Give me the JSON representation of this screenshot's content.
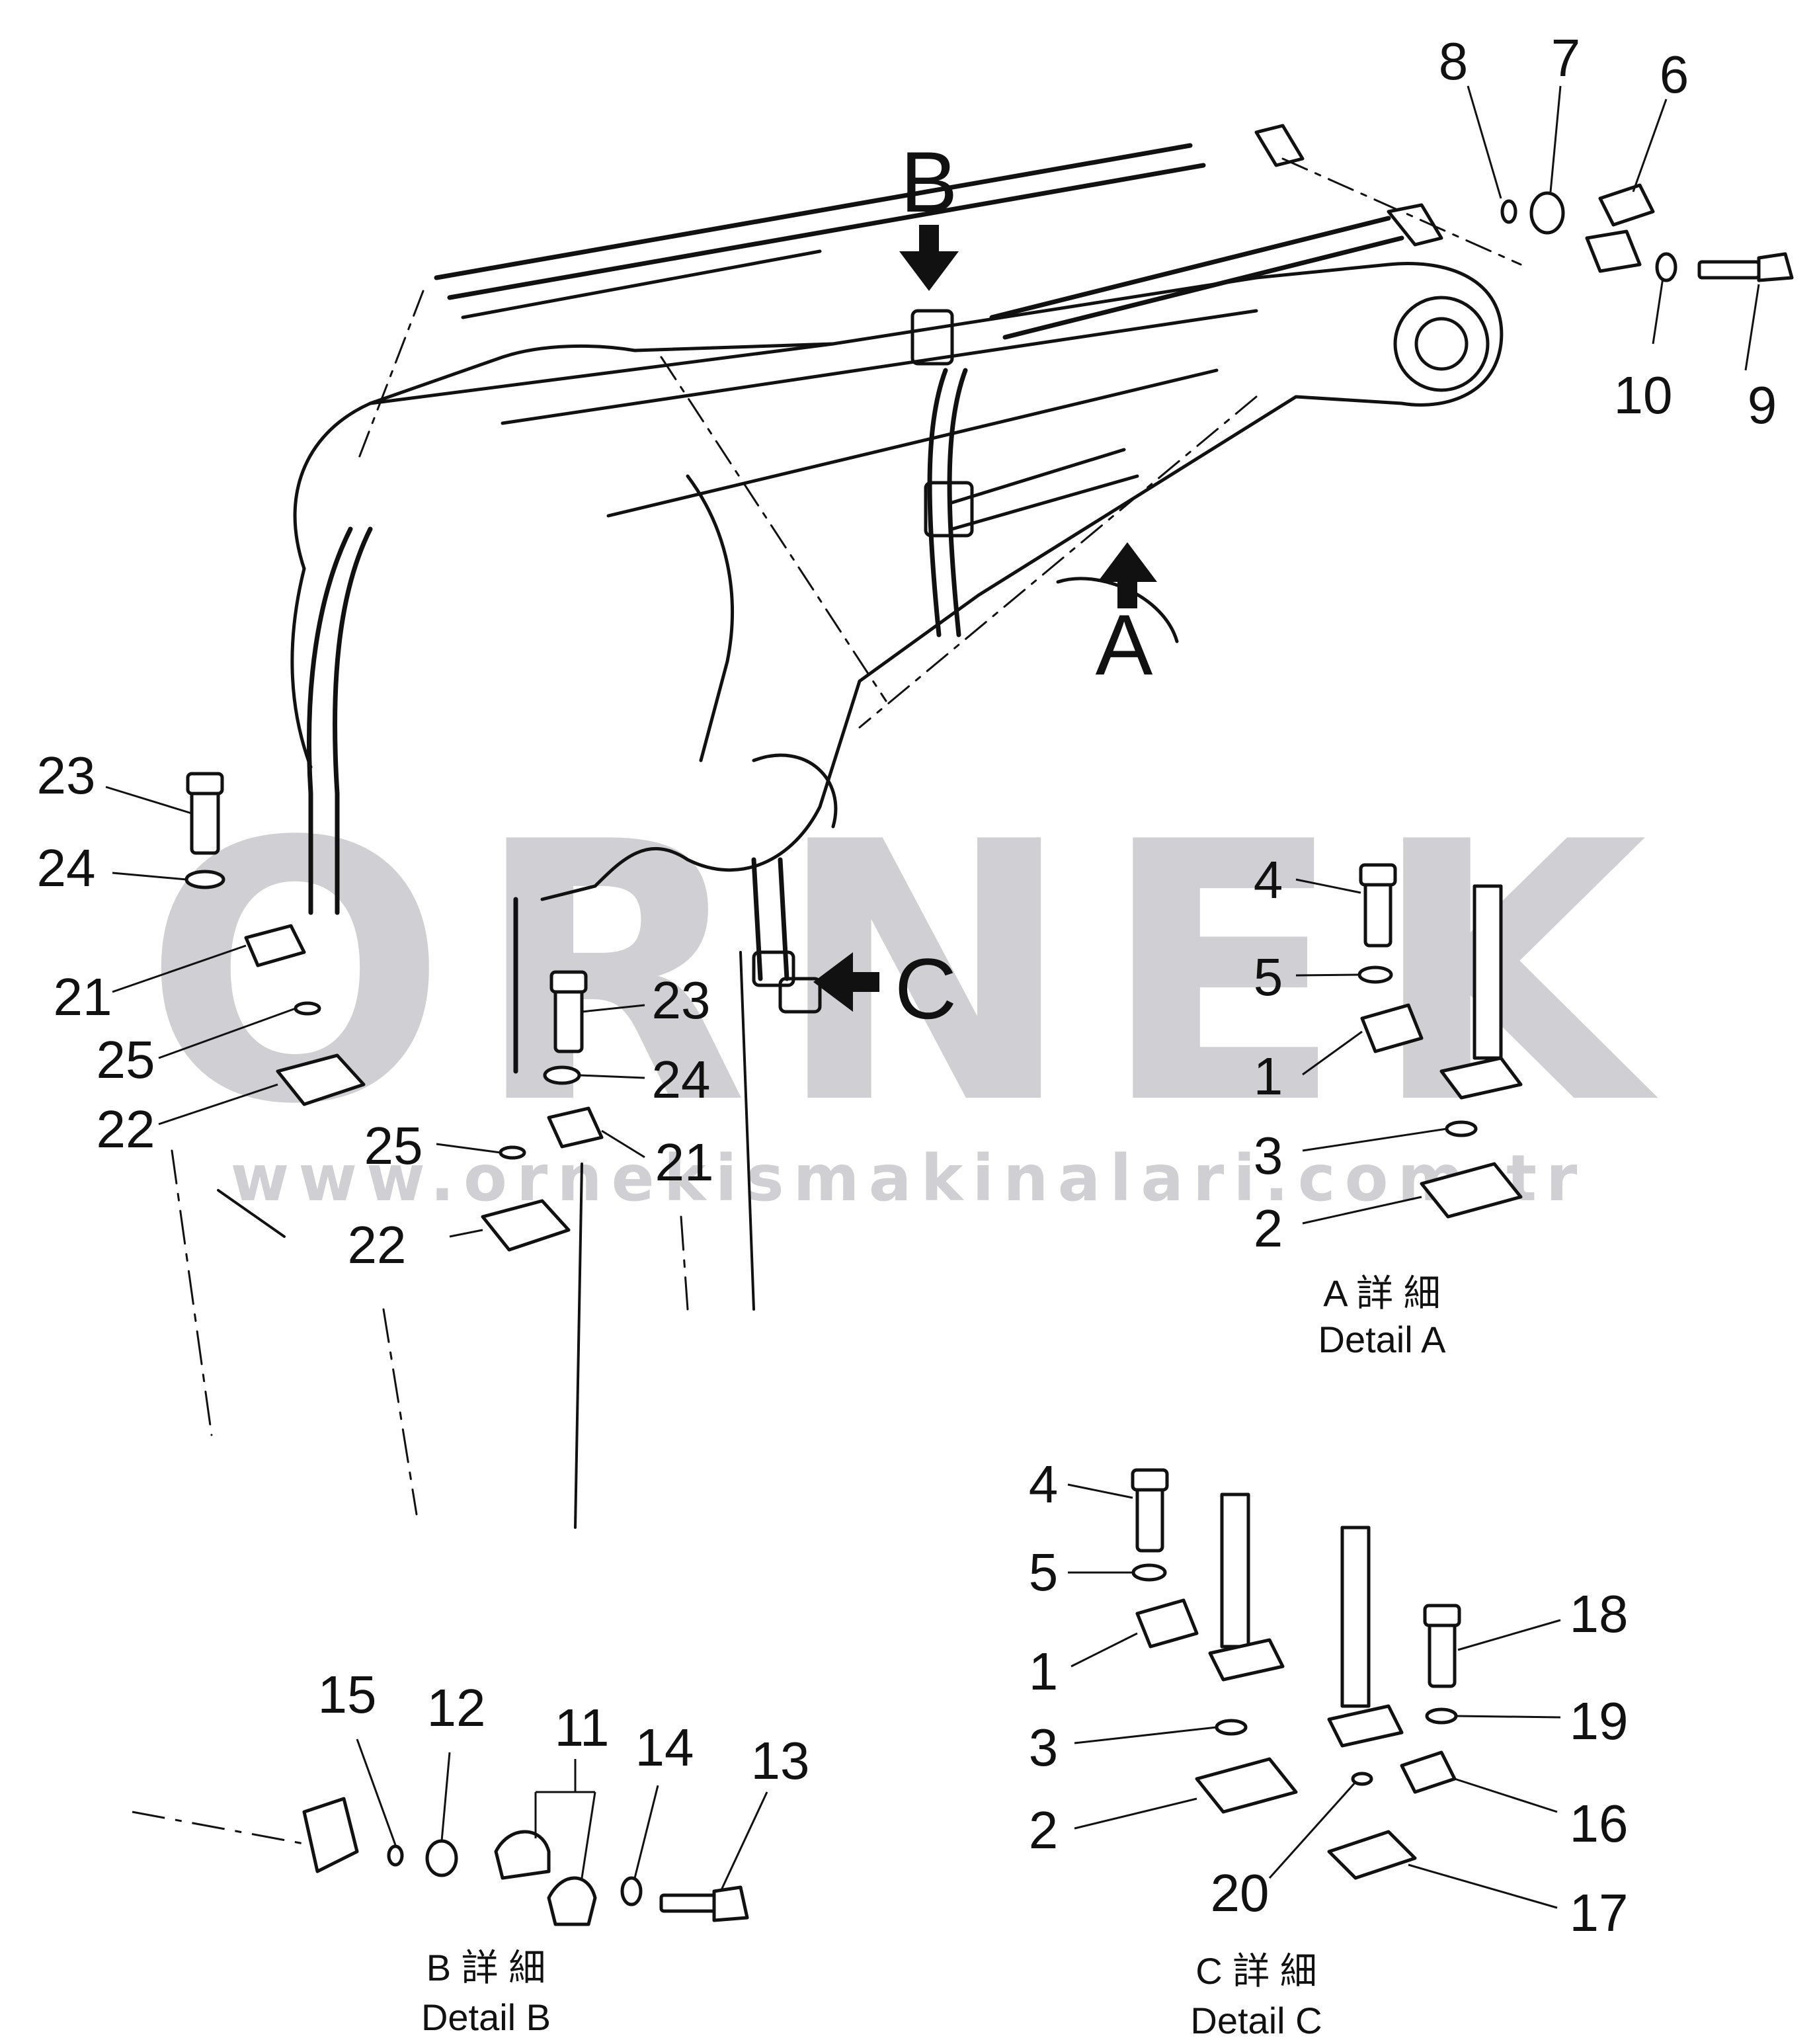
{
  "watermark": {
    "brand": "ORNEK",
    "url": "www.ornekismakinalari.com.tr"
  },
  "view_arrows": [
    {
      "id": "B",
      "text": "B"
    },
    {
      "id": "A",
      "text": "A"
    },
    {
      "id": "C",
      "text": "C"
    }
  ],
  "callouts": {
    "main": [
      "8",
      "7",
      "6",
      "10",
      "9",
      "23",
      "24",
      "21",
      "25",
      "22",
      "23",
      "24",
      "25",
      "21",
      "22"
    ],
    "detail_a": [
      "4",
      "5",
      "1",
      "3",
      "2"
    ],
    "detail_b": [
      "15",
      "12",
      "11",
      "14",
      "13"
    ],
    "detail_c": [
      "4",
      "5",
      "1",
      "3",
      "2",
      "18",
      "19",
      "16",
      "20",
      "17"
    ]
  },
  "detail_captions": {
    "a": {
      "jp": "A 詳 細",
      "en": "Detail A"
    },
    "b": {
      "jp": "B 詳 細",
      "en": "Detail B"
    },
    "c": {
      "jp": "C 詳 細",
      "en": "Detail C"
    }
  },
  "colors": {
    "line": "#111111",
    "watermark": "#cfcfd4",
    "background": "#ffffff"
  }
}
